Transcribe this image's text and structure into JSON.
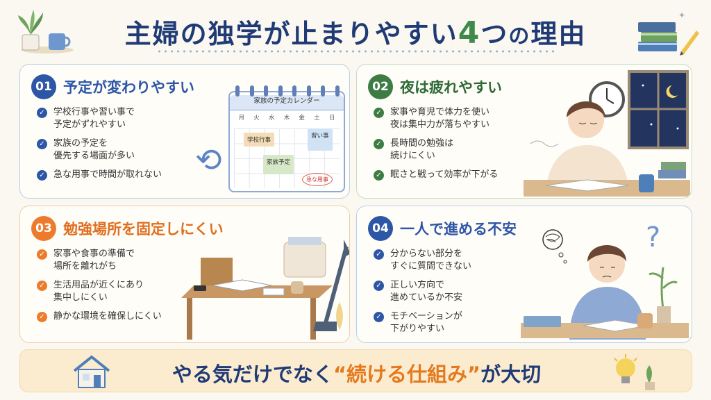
{
  "title": {
    "part1": "主婦の独学が",
    "part2": "止まりやすい",
    "num": "4",
    "part3": "つ",
    "small": "の",
    "part4": "理由"
  },
  "cards": [
    {
      "num": "01",
      "title": "予定が変わりやすい",
      "items": [
        "学校行事や習い事で\n予定がずれやすい",
        "家族の予定を\n優先する場面が多い",
        "急な用事で時間が取れない"
      ],
      "calendar": {
        "title": "家族の予定カレンダー",
        "days": [
          "月",
          "火",
          "水",
          "木",
          "金",
          "土",
          "日"
        ],
        "notes": [
          "学校行事",
          "習い事",
          "家族予定",
          "急な用事"
        ]
      }
    },
    {
      "num": "02",
      "title": "夜は疲れやすい",
      "items": [
        "家事や育児で体力を使い\n夜は集中力が落ちやすい",
        "長時間の勉強は\n続けにくい",
        "眠さと戦って効率が下がる"
      ]
    },
    {
      "num": "03",
      "title": "勉強場所を固定しにくい",
      "items": [
        "家事や食事の準備で\n場所を離れがち",
        "生活用品が近くにあり\n集中しにくい",
        "静かな環境を確保しにくい"
      ]
    },
    {
      "num": "04",
      "title": "一人で進める不安",
      "items": [
        "分からない部分を\nすぐに質問できない",
        "正しい方向で\n進めているか不安",
        "モチベーションが\n下がりやすい"
      ]
    }
  ],
  "footer": {
    "part1": "やる気だけでなく",
    "em": "“続ける仕組み”",
    "part2": "が大切"
  },
  "colors": {
    "navy": "#1f3a75",
    "blue": "#2d56a6",
    "green": "#3d7d45",
    "orange": "#ec7b2c"
  }
}
